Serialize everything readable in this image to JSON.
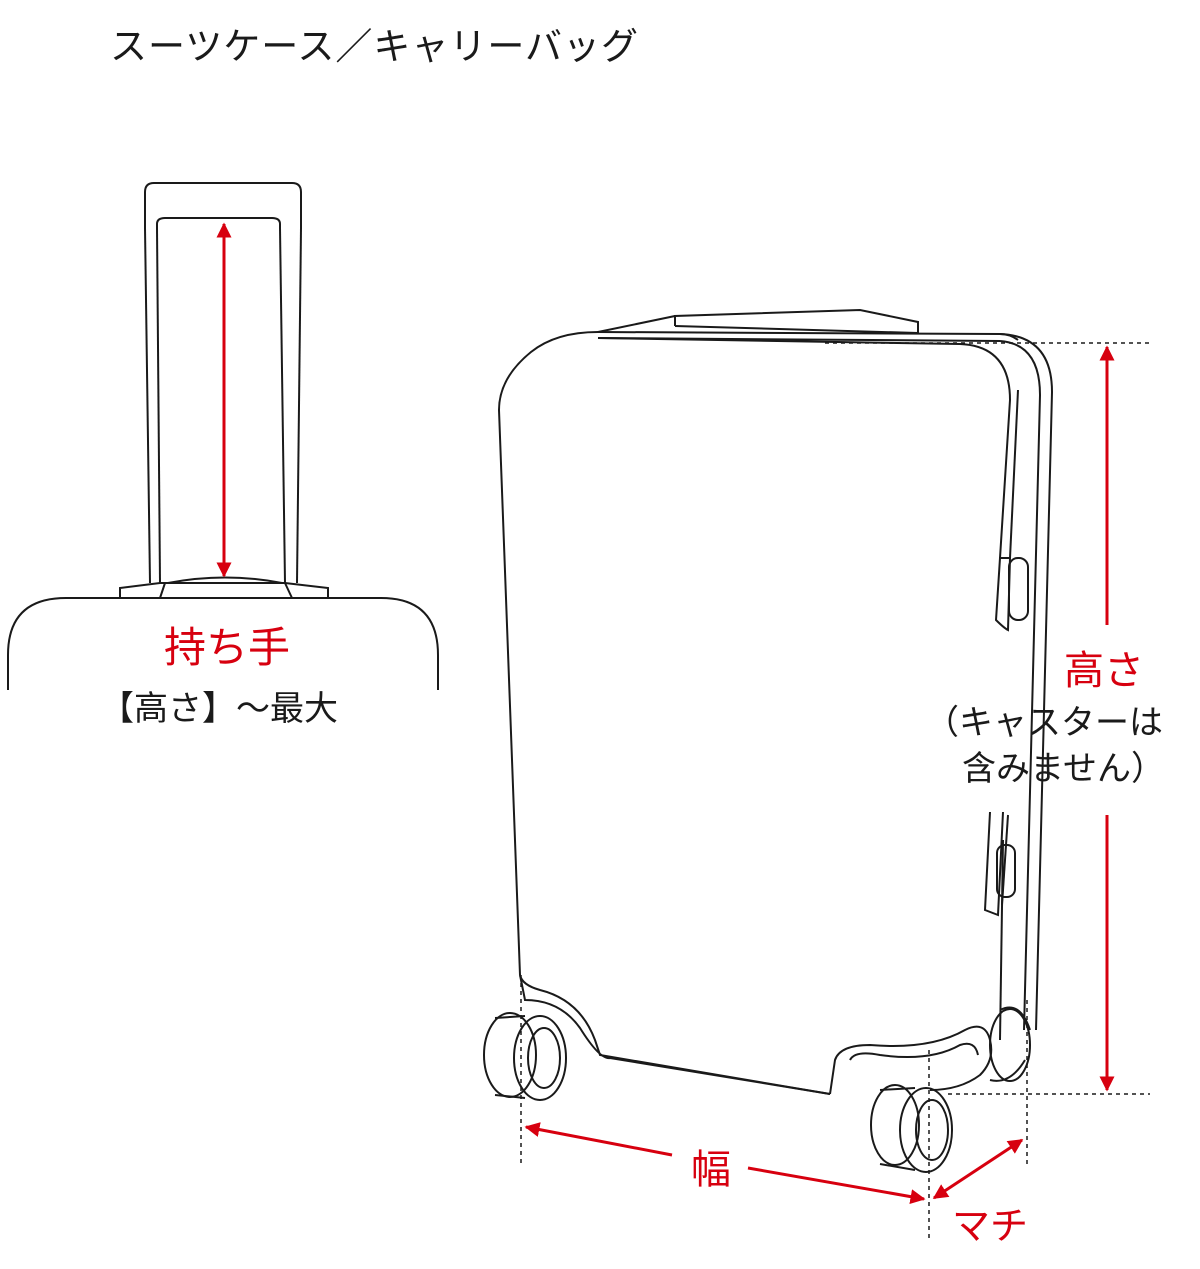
{
  "title": "スーツケース／キャリーバッグ",
  "handle": {
    "label": "持ち手",
    "sublabel": "【高さ】〜最大"
  },
  "height": {
    "label": "高さ",
    "note_line1": "（キャスターは",
    "note_line2": "含みません）"
  },
  "width": {
    "label": "幅"
  },
  "depth": {
    "label": "マチ"
  },
  "colors": {
    "accent": "#d7000f",
    "line": "#1a1a1a",
    "background": "#ffffff"
  }
}
